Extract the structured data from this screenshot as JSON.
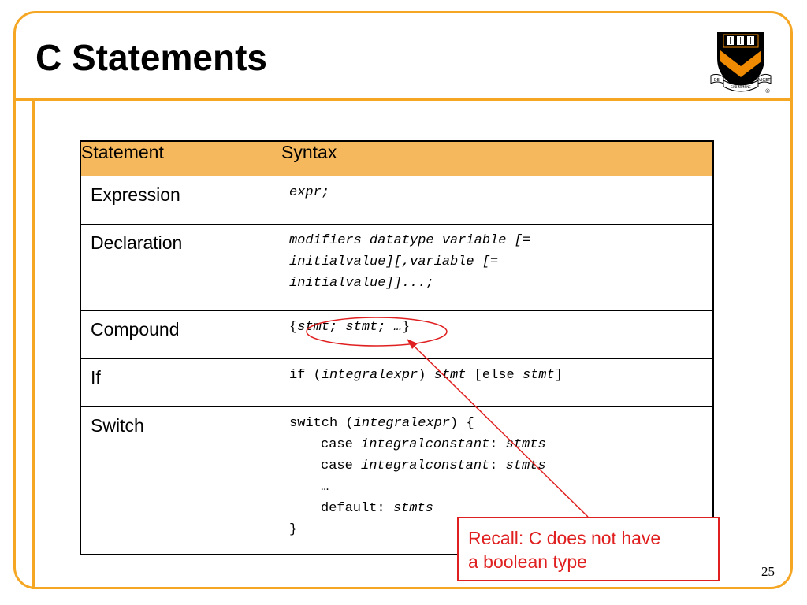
{
  "slide": {
    "title": "C Statements",
    "page_number": "25",
    "logo": {
      "motto_left": "DEI",
      "motto_middle": "SUB NUMINE",
      "motto_right": "VIGET",
      "registered_mark": "®"
    }
  },
  "table": {
    "headers": [
      "Statement",
      "Syntax"
    ],
    "rows": [
      {
        "name": "Expression",
        "syntax": [
          [
            {
              "t": "expr",
              "i": true
            },
            {
              "t": ";",
              "i": true
            }
          ]
        ]
      },
      {
        "name": "Declaration",
        "syntax": [
          [
            {
              "t": "modifiers datatype variable [=",
              "i": true
            }
          ],
          [
            {
              "t": "initialvalue][,variable [=",
              "i": true
            }
          ],
          [
            {
              "t": "initialvalue]]...;",
              "i": true
            }
          ]
        ]
      },
      {
        "name": "Compound",
        "syntax": [
          [
            {
              "t": "{",
              "i": false
            },
            {
              "t": "stmt; stmt; …",
              "i": true
            },
            {
              "t": "}",
              "i": false
            }
          ]
        ]
      },
      {
        "name": "If",
        "syntax": [
          [
            {
              "t": "if (",
              "i": false
            },
            {
              "t": "integralexpr",
              "i": true
            },
            {
              "t": ") ",
              "i": false
            },
            {
              "t": "stmt",
              "i": true
            },
            {
              "t": " [else ",
              "i": false
            },
            {
              "t": "stmt",
              "i": true
            },
            {
              "t": "]",
              "i": false
            }
          ]
        ]
      },
      {
        "name": "Switch",
        "syntax": [
          [
            {
              "t": "switch (",
              "i": false
            },
            {
              "t": "integralexpr",
              "i": true
            },
            {
              "t": ") {",
              "i": false
            }
          ],
          [
            {
              "t": "case ",
              "i": false,
              "indent": true
            },
            {
              "t": "integralconstant",
              "i": true
            },
            {
              "t": ": ",
              "i": false
            },
            {
              "t": "stmts",
              "i": true
            }
          ],
          [
            {
              "t": "case ",
              "i": false,
              "indent": true
            },
            {
              "t": "integralconstant",
              "i": true
            },
            {
              "t": ": ",
              "i": false
            },
            {
              "t": "stmts",
              "i": true
            }
          ],
          [
            {
              "t": "…",
              "i": false,
              "indent": true
            }
          ],
          [
            {
              "t": "default: ",
              "i": false,
              "indent": true
            },
            {
              "t": "stmts",
              "i": true
            }
          ],
          [
            {
              "t": "}",
              "i": false
            }
          ]
        ]
      }
    ]
  },
  "callout": {
    "line1": "Recall:  C does not have",
    "line2": "a boolean type"
  },
  "colors": {
    "accent_orange": "#f5a623",
    "header_fill": "#f5b85c",
    "callout_red": "#e02020",
    "shield_orange": "#f08a00"
  }
}
